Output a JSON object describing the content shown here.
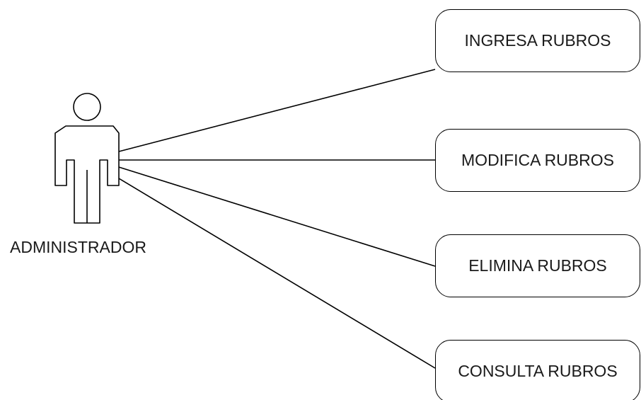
{
  "actor": {
    "name": "ADMINISTRADOR"
  },
  "use_cases": [
    {
      "label": "INGRESA RUBROS"
    },
    {
      "label": "MODIFICA RUBROS"
    },
    {
      "label": "ELIMINA RUBROS"
    },
    {
      "label": "CONSULTA RUBROS"
    }
  ],
  "colors": {
    "stroke": "#000000",
    "background": "#ffffff",
    "text": "#1a1a1a"
  }
}
